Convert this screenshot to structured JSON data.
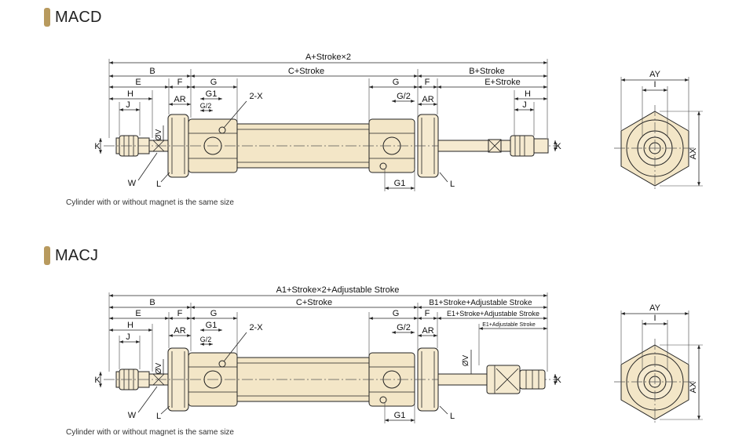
{
  "sections": [
    {
      "title": "MACD",
      "note": "Cylinder with or without magnet is the same size",
      "labels": {
        "top": "A+Stroke×2",
        "b": "B",
        "c": "C+Stroke",
        "b_right": "B+Stroke",
        "e": "E",
        "f": "F",
        "g": "G",
        "g_right": "G",
        "f_right": "F",
        "e_right": "E+Stroke",
        "h": "H",
        "ar": "AR",
        "g1": "G1",
        "x": "2-X",
        "g2_right": "G/2",
        "ar_right": "AR",
        "h_right": "H",
        "j": "J",
        "g2": "G/2",
        "j_right": "J",
        "k": "K",
        "v": "ØV",
        "k_right": "K",
        "w": "W",
        "l": "L",
        "g1_right": "G1",
        "l_right": "L",
        "ay": "AY",
        "i": "I",
        "ax": "AX"
      }
    },
    {
      "title": "MACJ",
      "note": "Cylinder with or without magnet is the same size",
      "labels": {
        "top": "A1+Stroke×2+Adjustable Stroke",
        "b": "B",
        "c": "C+Stroke",
        "b_right": "B1+Stroke+Adjustable Stroke",
        "e": "E",
        "f": "F",
        "g": "G",
        "g_right": "G",
        "f_right": "F",
        "e_right": "E1+Stroke+Adjustable Stroke",
        "e_adj": "E1+Adjustable Stroke",
        "h": "H",
        "ar": "AR",
        "g1": "G1",
        "x": "2-X",
        "g2_right": "G/2",
        "ar_right": "AR",
        "j": "J",
        "g2": "G/2",
        "k": "K",
        "v": "ØV",
        "v_right": "ØV",
        "k_right": "K",
        "w": "W",
        "l": "L",
        "g1_right": "G1",
        "l_right": "L",
        "ay": "AY",
        "i": "I",
        "ax": "AX"
      }
    }
  ],
  "colors": {
    "body_fill": "#f3e6c7",
    "marker": "#b89a5e",
    "line": "#222222"
  }
}
